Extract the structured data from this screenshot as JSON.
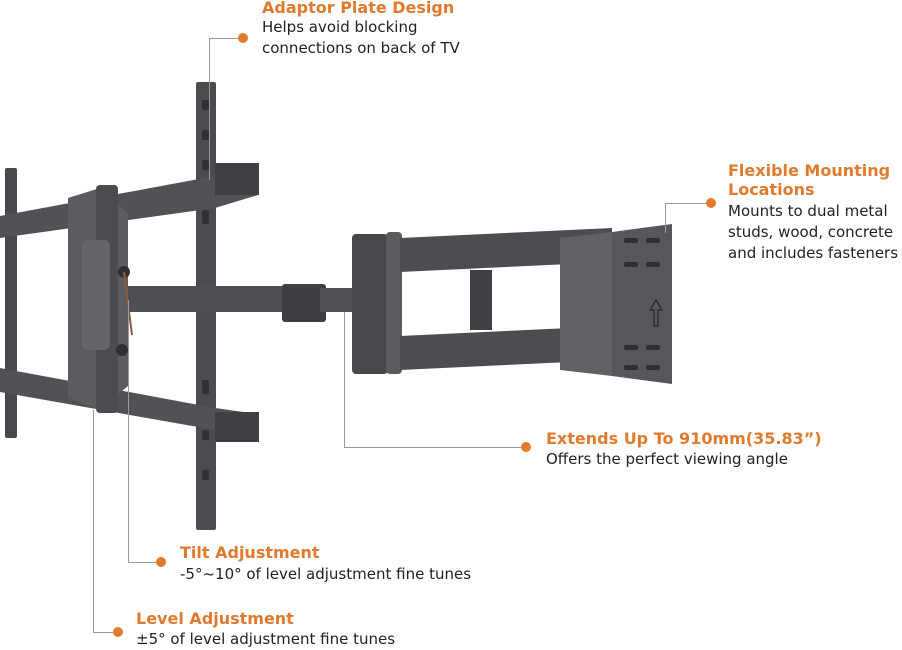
{
  "accent_color": "#e07a2e",
  "line_color": "#9a9a9a",
  "product_color": "#46484b",
  "callouts": {
    "adaptor": {
      "title": "Adaptor Plate Design",
      "line1": "Helps avoid blocking",
      "line2": "connections on back of TV"
    },
    "flexible": {
      "title_line1": "Flexible Mounting",
      "title_line2": "Locations",
      "line1": "Mounts to dual metal",
      "line2": "studs, wood, concrete",
      "line3": "and includes fasteners"
    },
    "extends": {
      "title": "Extends Up To 910mm(35.83”)",
      "line1": "Offers the perfect viewing angle"
    },
    "tilt": {
      "title": "Tilt Adjustment",
      "line1": "-5°~10° of level adjustment fine tunes"
    },
    "level": {
      "title": "Level Adjustment",
      "line1": "±5° of level adjustment fine tunes"
    }
  }
}
